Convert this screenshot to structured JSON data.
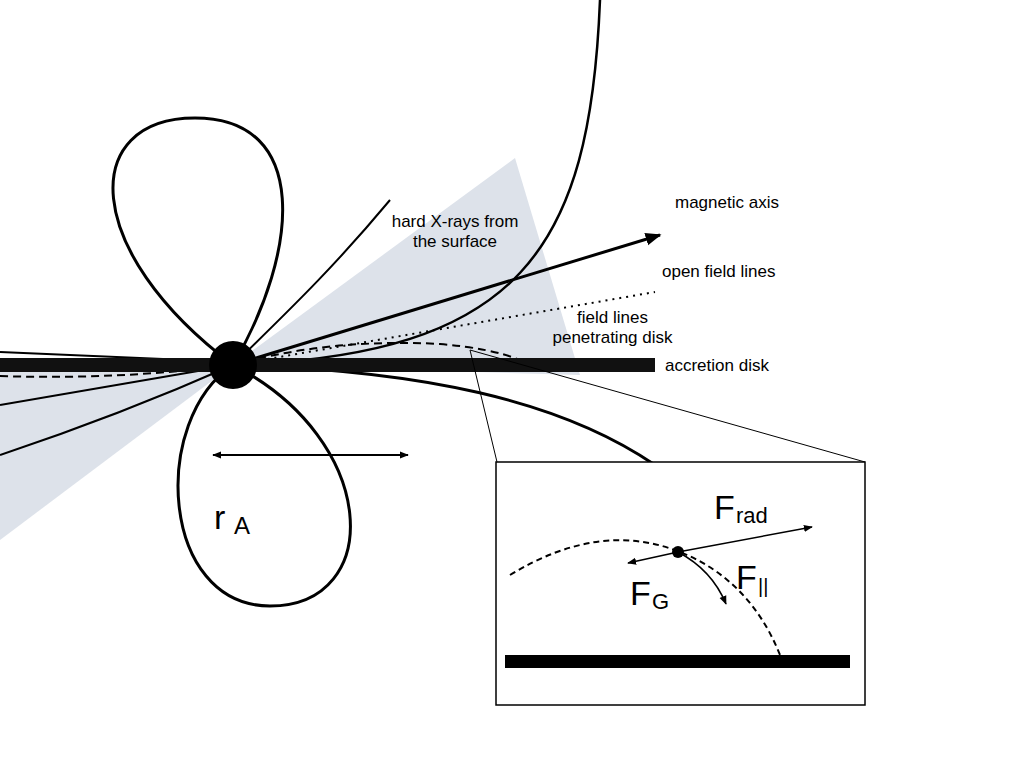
{
  "diagram": {
    "labels": [
      "hard X-rays from the surface",
      "magnetic axis",
      "open field lines",
      "field lines penetrating disk",
      "accretion disk",
      "r",
      "A",
      "F",
      "rad",
      "F",
      "G",
      "F",
      "||"
    ]
  }
}
